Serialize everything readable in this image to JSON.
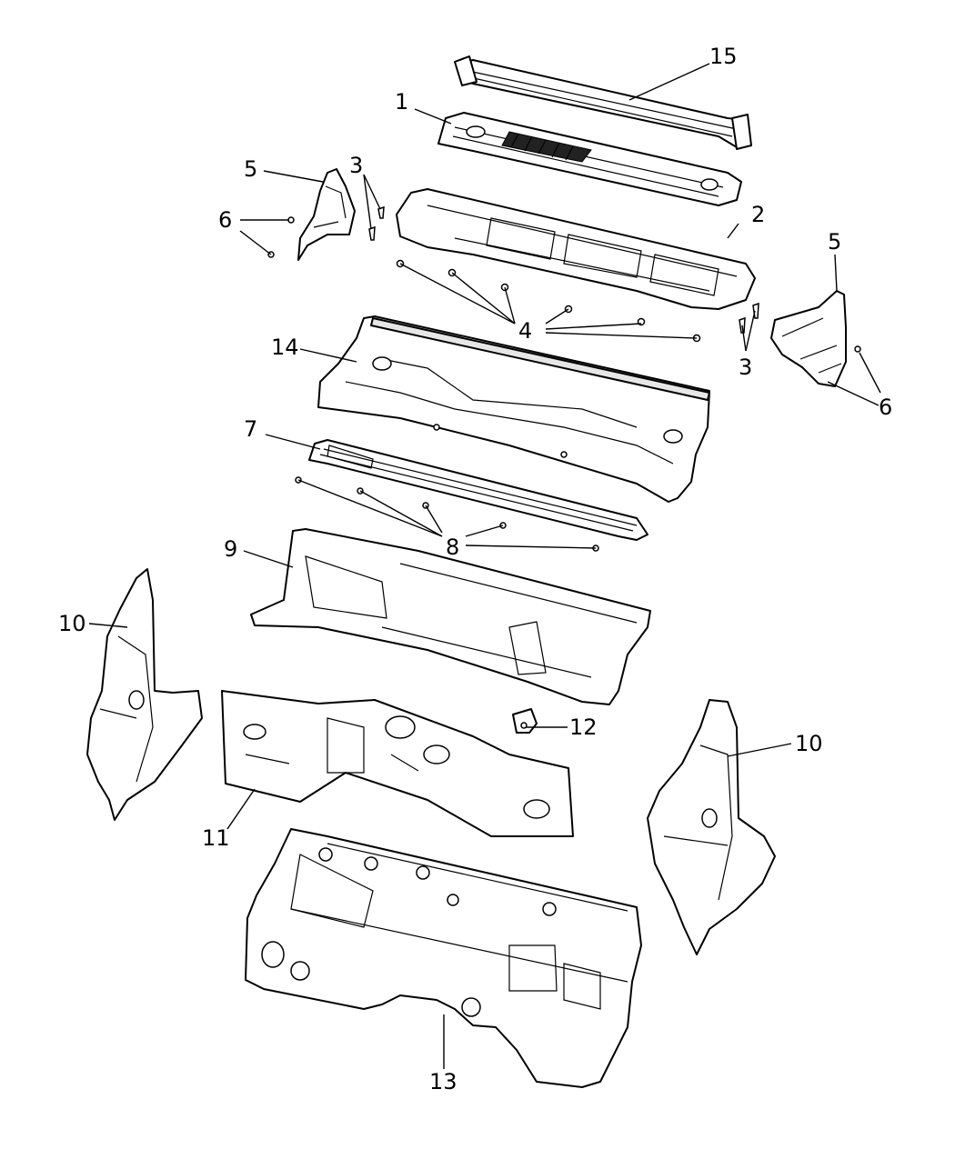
{
  "callouts": {
    "c1": "1",
    "c2": "2",
    "c3a": "3",
    "c3b": "3",
    "c4": "4",
    "c5a": "5",
    "c5b": "5",
    "c6a": "6",
    "c6b": "6",
    "c7": "7",
    "c8": "8",
    "c9": "9",
    "c10a": "10",
    "c10b": "10",
    "c11": "11",
    "c12": "12",
    "c13": "13",
    "c14": "14",
    "c15": "15"
  }
}
